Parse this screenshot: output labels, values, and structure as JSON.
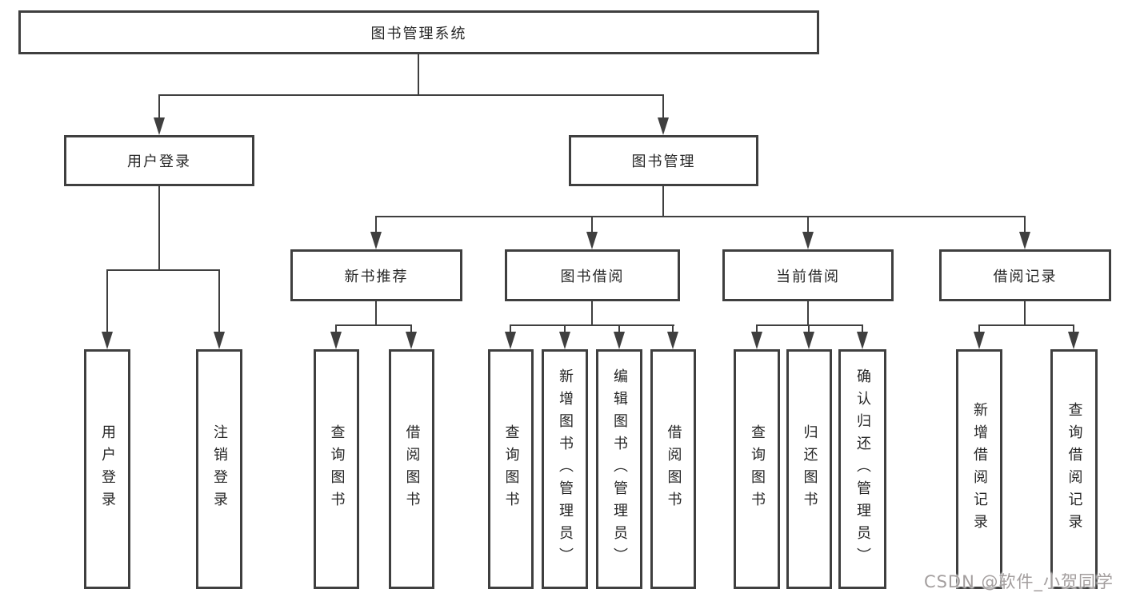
{
  "colors": {
    "line": "#3f3f3f",
    "box_background": "#ffffff",
    "text": "#262626"
  },
  "watermark": {
    "text": "CSDN @软件_小贺同学",
    "color": "#a39e9e"
  },
  "tree": {
    "root": "图书管理系统",
    "branches": [
      {
        "label": "用户登录",
        "children": [
          "用户登录",
          "注销登录"
        ]
      },
      {
        "label": "图书管理",
        "children": [
          {
            "label": "新书推荐",
            "children": [
              "查询图书",
              "借阅图书"
            ]
          },
          {
            "label": "图书借阅",
            "children": [
              "查询图书",
              "新增图书（管理员）",
              "编辑图书（管理员）",
              "借阅图书"
            ]
          },
          {
            "label": "当前借阅",
            "children": [
              "查询图书",
              "归还图书",
              "确认归还（管理员）"
            ]
          },
          {
            "label": "借阅记录",
            "children": [
              "新增借阅记录",
              "查询借阅记录"
            ]
          }
        ]
      }
    ]
  }
}
